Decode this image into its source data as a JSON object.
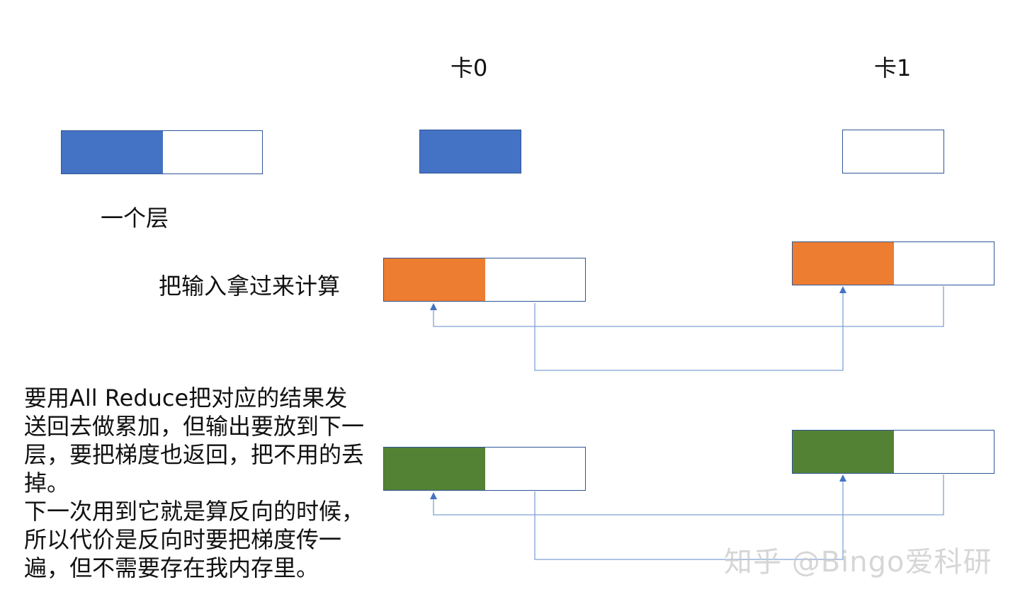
{
  "labels": {
    "card0": "卡0",
    "card1": "卡1",
    "layer": "一个层",
    "fetch_input": "把输入拿过来计算"
  },
  "notes": {
    "line1": "要用All Reduce把对应的结果发送回去做累加，但输出要放到下一层，要把梯度也返回，把不用的丢掉。",
    "line2": "下一次用到它就是算反向的时候，所以代价是反向时要把梯度传一遍，但不需要存在我内存里。"
  },
  "watermark": "知乎 @Bingo爱科研",
  "colors": {
    "blue": "#4472C4",
    "orange": "#ED7D31",
    "green": "#548235",
    "border": "#2F5597",
    "arrow": "#4472C4"
  }
}
